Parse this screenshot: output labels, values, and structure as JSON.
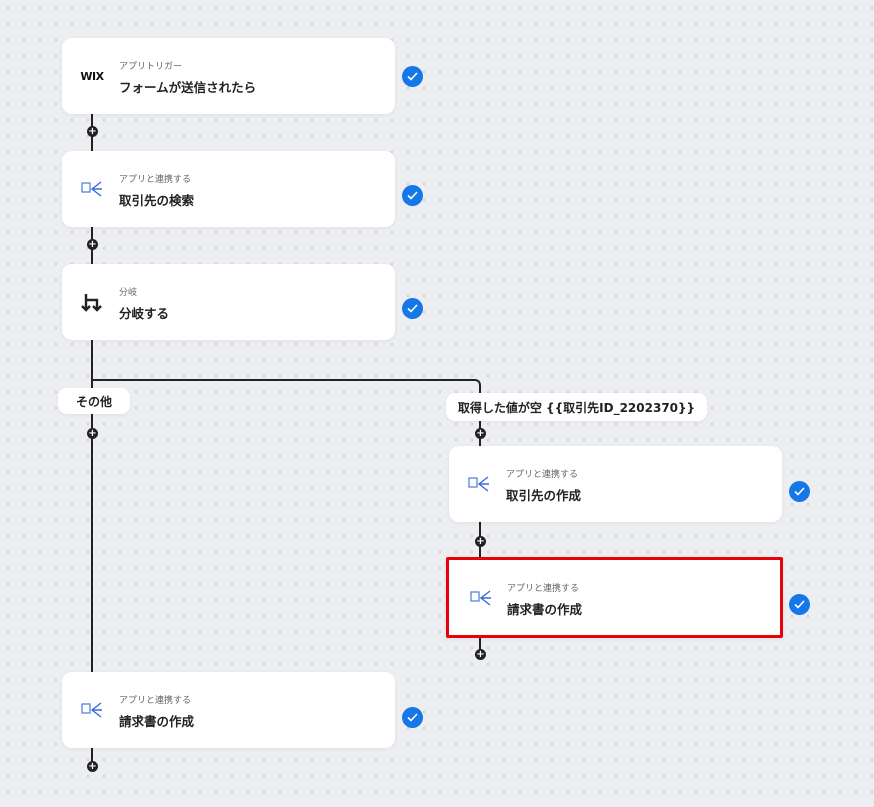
{
  "steps": [
    {
      "sub": "アプリトリガー",
      "title": "フォームが送信されたら",
      "icon": "wix-logo",
      "logo_text": "WIX"
    },
    {
      "sub": "アプリと連携する",
      "title": "取引先の検索",
      "icon": "app-integration-icon"
    },
    {
      "sub": "分岐",
      "title": "分岐する",
      "icon": "branch-icon"
    },
    {
      "sub": "アプリと連携する",
      "title": "取引先の作成",
      "icon": "app-integration-icon"
    },
    {
      "sub": "アプリと連携する",
      "title": "請求書の作成",
      "icon": "app-integration-icon"
    },
    {
      "sub": "アプリと連携する",
      "title": "請求書の作成",
      "icon": "app-integration-icon"
    }
  ],
  "branches": {
    "other": "その他",
    "condition": "取得した値が空 {{取引先ID_2202370}}"
  },
  "colors": {
    "check": "#1677e8",
    "selected": "#e8000b"
  }
}
